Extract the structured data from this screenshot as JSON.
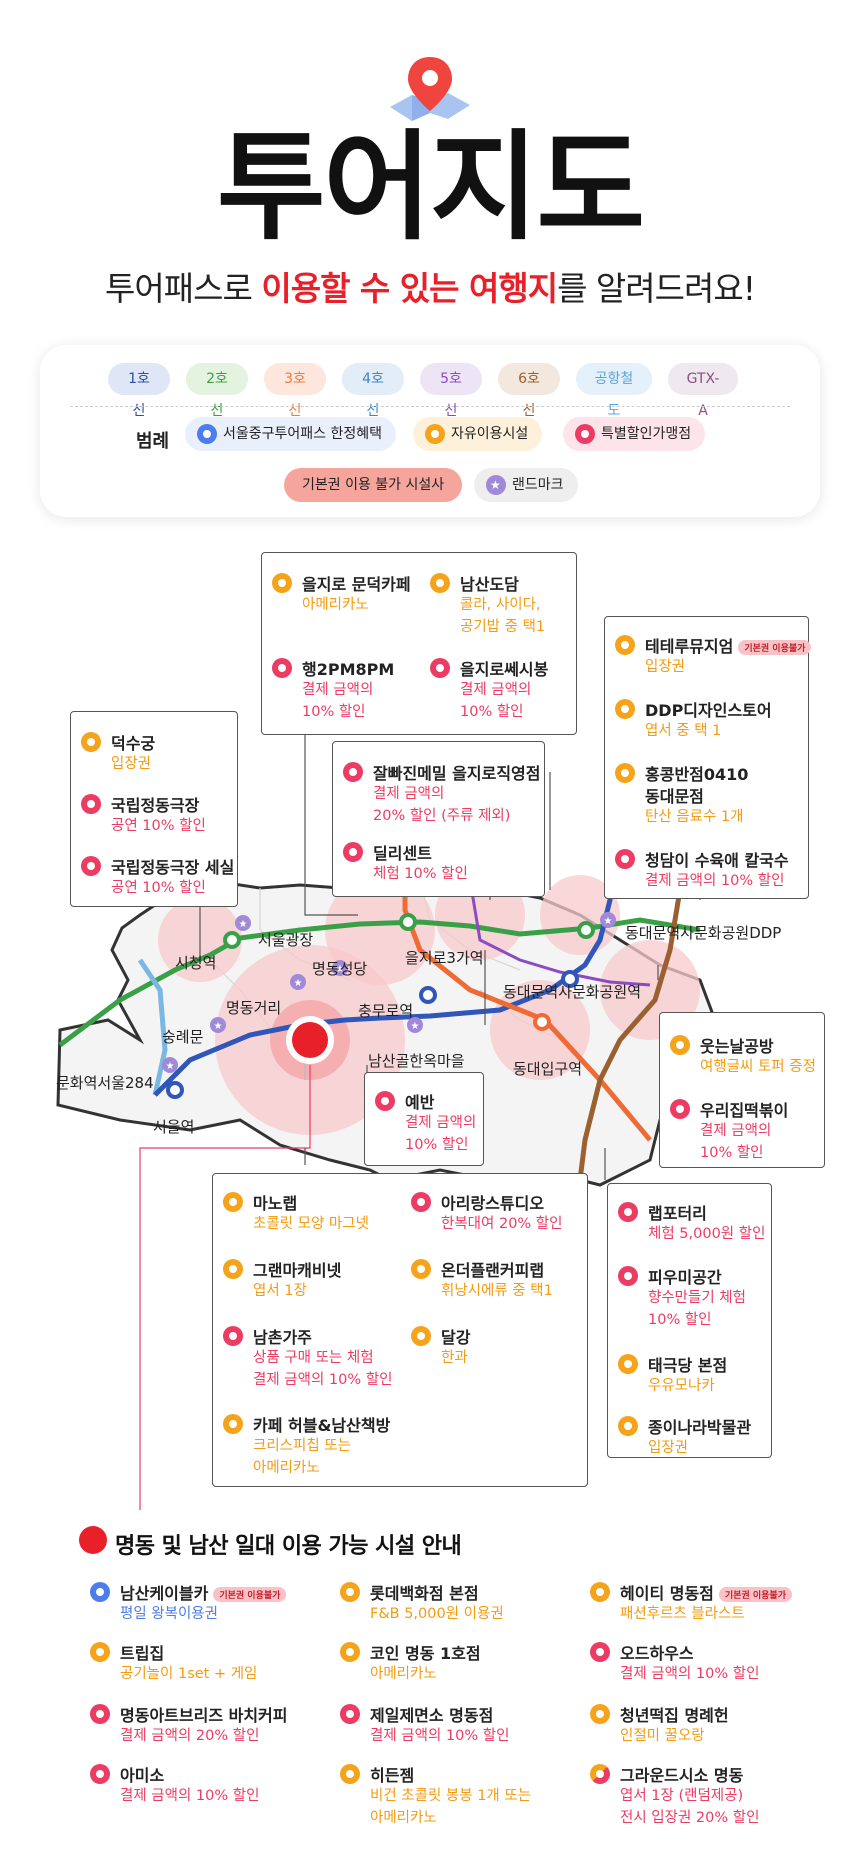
{
  "header": {
    "title": "투어지도",
    "subtitle_pre": "투어패스로 ",
    "subtitle_highlight": "이용할 수 있는 여행지",
    "subtitle_post": "를 알려드려요!"
  },
  "legend": {
    "lines": [
      {
        "label": "1호선",
        "bg": "#dfe7f7",
        "color": "#2b4fa3"
      },
      {
        "label": "2호선",
        "bg": "#e3f3e0",
        "color": "#3aa047"
      },
      {
        "label": "3호선",
        "bg": "#fde6dc",
        "color": "#ef7b3b"
      },
      {
        "label": "4호선",
        "bg": "#e3edf8",
        "color": "#3d85c6"
      },
      {
        "label": "5호선",
        "bg": "#ede4f6",
        "color": "#8a4cc0"
      },
      {
        "label": "6호선",
        "bg": "#f3e8dd",
        "color": "#9a6030"
      },
      {
        "label": "공항철도",
        "bg": "#e4f1fb",
        "color": "#5ba3dc"
      },
      {
        "label": "GTX-A",
        "bg": "#efe8ef",
        "color": "#8b4f7e"
      }
    ],
    "label": "범례",
    "items": [
      {
        "label": "서울중구투어패스 한정혜택",
        "type": "b",
        "bg": "#eaf0fb"
      },
      {
        "label": "자유이용시설",
        "type": "o",
        "bg": "#fdf1dc"
      },
      {
        "label": "특별할인가맹점",
        "type": "r",
        "bg": "#fde4ea"
      },
      {
        "label": "기본권 이용 불가 시설사",
        "type": "none",
        "bg": "#f6a59c"
      },
      {
        "label": "랜드마크",
        "type": "p",
        "bg": "#eeeeee"
      }
    ]
  },
  "map": {
    "stations": {
      "seoul_plaza": "서울광장",
      "city_hall": "시청역",
      "myeongdong_cathedral": "명동성당",
      "euljiro3": "을지로3가역",
      "ddp_park": "동대문역사문화공원DDP",
      "ddp_station": "동대문역사문화공원역",
      "myeongdong_street": "명동거리",
      "chungmuro": "충무로역",
      "sungnyemun": "숭례문",
      "culture_station": "문화역서울284",
      "namsangol": "남산골한옥마을",
      "dongdae_entrance": "동대입구역",
      "seoul_station": "서울역"
    }
  },
  "boxes": {
    "euljiro_top": [
      {
        "name": "을지로 문덕카페",
        "desc": [
          "아메리카노"
        ],
        "type": "o"
      },
      {
        "name": "남산도담",
        "desc": [
          "콜라, 사이다,",
          "공기밥 중 택1"
        ],
        "type": "o"
      },
      {
        "name": "행2PM8PM",
        "desc": [
          "결제 금액의",
          "10% 할인"
        ],
        "type": "r"
      },
      {
        "name": "을지로쎄시봉",
        "desc": [
          "결제 금액의",
          "10% 할인"
        ],
        "type": "r"
      }
    ],
    "euljiro_mid": [
      {
        "name": "잘빠진메밀 을지로직영점",
        "desc": [
          "결제 금액의",
          "20% 할인 (주류 제외)"
        ],
        "type": "r"
      },
      {
        "name": "딜리센트",
        "desc": [
          "체험 10% 할인"
        ],
        "type": "r"
      }
    ],
    "deoksu": [
      {
        "name": "덕수궁",
        "desc": [
          "입장권"
        ],
        "type": "o"
      },
      {
        "name": "국립정동극장",
        "desc": [
          "공연 10% 할인"
        ],
        "type": "r"
      },
      {
        "name": "국립정동극장 세실",
        "desc": [
          "공연 10% 할인"
        ],
        "type": "r"
      }
    ],
    "ddp": [
      {
        "name": "테테루뮤지엄",
        "badge": "기본권 이용불가",
        "desc": [
          "입장권"
        ],
        "type": "o"
      },
      {
        "name": "DDP디자인스토어",
        "desc": [
          "엽서 중 택 1"
        ],
        "type": "o"
      },
      {
        "name": "홍콩반점0410",
        "name2": "동대문점",
        "desc": [
          "탄산 음료수 1개"
        ],
        "type": "o"
      },
      {
        "name": "청담이 수육애 칼국수",
        "desc": [
          "결제 금액의 10% 할인"
        ],
        "type": "r"
      }
    ],
    "dongdae": [
      {
        "name": "웃는날공방",
        "desc": [
          "여행글씨 토퍼 증정"
        ],
        "type": "o"
      },
      {
        "name": "우리집떡볶이",
        "desc": [
          "결제 금액의",
          "10% 할인"
        ],
        "type": "r"
      }
    ],
    "yeban": [
      {
        "name": "예반",
        "desc": [
          "결제 금액의",
          "10% 할인"
        ],
        "type": "r"
      }
    ],
    "namsan": [
      {
        "name": "마노랩",
        "desc": [
          "초콜릿 모양 마그넷"
        ],
        "type": "o"
      },
      {
        "name": "아리랑스튜디오",
        "desc": [
          "한복대여 20% 할인"
        ],
        "type": "r"
      },
      {
        "name": "그랜마캐비넷",
        "desc": [
          "엽서 1장"
        ],
        "type": "o"
      },
      {
        "name": "온더플랜커피랩",
        "desc": [
          "휘낭시에류 중 택1"
        ],
        "type": "o"
      },
      {
        "name": "남촌가주",
        "desc": [
          "상품 구매 또는 체험",
          "결제 금액의 10% 할인"
        ],
        "type": "r"
      },
      {
        "name": "달강",
        "desc": [
          "한과"
        ],
        "type": "o"
      },
      {
        "name": "카페 허블&남산책방",
        "desc": [
          "크리스피칩 또는",
          "아메리카노"
        ],
        "type": "o"
      }
    ],
    "jangchung": [
      {
        "name": "랩포터리",
        "desc": [
          "체험 5,000원 할인"
        ],
        "type": "r"
      },
      {
        "name": "피우미공간",
        "desc": [
          "향수만들기 체험",
          "10% 할인"
        ],
        "type": "r"
      },
      {
        "name": "태극당 본점",
        "desc": [
          "우유모나카"
        ],
        "type": "o"
      },
      {
        "name": "종이나라박물관",
        "desc": [
          "입장권"
        ],
        "type": "o"
      }
    ]
  },
  "bottom": {
    "title": "명동 및 남산 일대 이용 가능 시설 안내",
    "columns": [
      [
        {
          "name": "남산케이블카",
          "badge": "기본권 이용불가",
          "desc": [
            "평일 왕복이용권"
          ],
          "type": "b"
        },
        {
          "name": "트립집",
          "desc": [
            "공기놀이 1set + 게임"
          ],
          "type": "o"
        },
        {
          "name": "명동아트브리즈 바치커피",
          "desc": [
            "결제 금액의 20% 할인"
          ],
          "type": "r"
        },
        {
          "name": "아미소",
          "desc": [
            "결제 금액의 10% 할인"
          ],
          "type": "r"
        }
      ],
      [
        {
          "name": "롯데백화점 본점",
          "desc": [
            "F&B 5,000원 이용권"
          ],
          "type": "o"
        },
        {
          "name": "코인 명동 1호점",
          "desc": [
            "아메리카노"
          ],
          "type": "o"
        },
        {
          "name": "제일제면소 명동점",
          "desc": [
            "결제 금액의 10% 할인"
          ],
          "type": "r"
        },
        {
          "name": "히든젬",
          "desc": [
            "비건 초콜릿 봉봉 1개 또는",
            "아메리카노"
          ],
          "type": "o"
        }
      ],
      [
        {
          "name": "헤이티 명동점",
          "badge": "기본권 이용불가",
          "desc": [
            "패션후르츠 블라스트"
          ],
          "type": "o"
        },
        {
          "name": "오드하우스",
          "desc": [
            "결제 금액의 10% 할인"
          ],
          "type": "r"
        },
        {
          "name": "청년떡집 명례헌",
          "desc": [
            "인절미 꿀오랑"
          ],
          "type": "o"
        },
        {
          "name": "그라운드시소 명동",
          "desc": [
            "엽서 1장 (랜덤제공)",
            "전시 입장권 20% 할인"
          ],
          "type": "x"
        }
      ]
    ]
  }
}
